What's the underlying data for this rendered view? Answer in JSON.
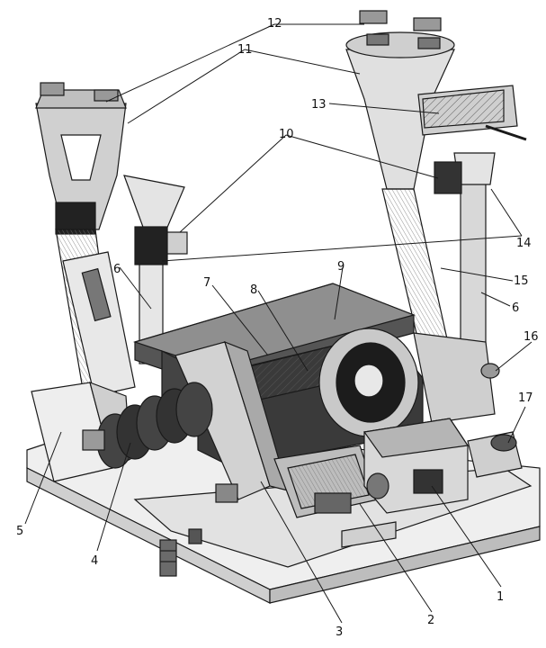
{
  "diagram": {
    "labels": [
      "1",
      "2",
      "3",
      "4",
      "5",
      "6",
      "6",
      "7",
      "8",
      "9",
      "10",
      "11",
      "12",
      "13",
      "14",
      "15",
      "16",
      "17"
    ]
  },
  "colors": {
    "ink": "#1a1a1a",
    "dark": "#222222",
    "mid": "#8a8a8a",
    "light": "#d9d9d9",
    "paper": "#ffffff"
  }
}
